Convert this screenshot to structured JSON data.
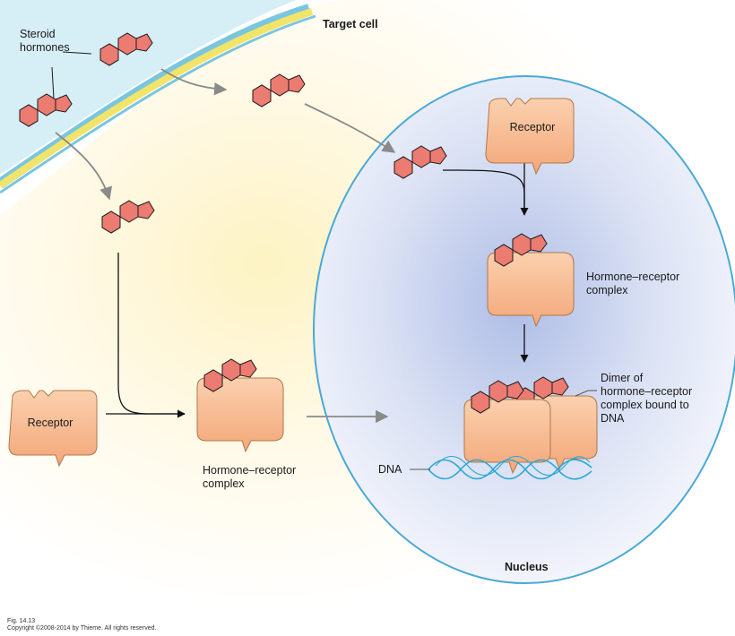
{
  "labels": {
    "target_cell": "Target cell",
    "steroid_hormones": "Steroid\nhormones",
    "receptor_left": "Receptor",
    "receptor_nucleus": "Receptor",
    "hrc_nucleus": "Hormone–receptor\ncomplex",
    "hrc_cytoplasm": "Hormone–receptor\ncomplex",
    "dimer": "Dimer of\nhormone–receptor\ncomplex bound to\nDNA",
    "dna": "DNA",
    "nucleus": "Nucleus"
  },
  "caption": {
    "fig": "Fig. 14.13",
    "copyright": "Copyright ©2008-2014 by Thieme. All rights reserved."
  },
  "colors": {
    "membrane_outer": "#7ac6df",
    "membrane_inner": "#f2e46a",
    "hormone_fill": "#ec7b72",
    "receptor_fill": "#f7b98c",
    "nucleus_outline": "#4aa9d6",
    "dna": "#29a8d4",
    "arrow_gray": "#8a8a8a",
    "arrow_black": "#111111"
  }
}
